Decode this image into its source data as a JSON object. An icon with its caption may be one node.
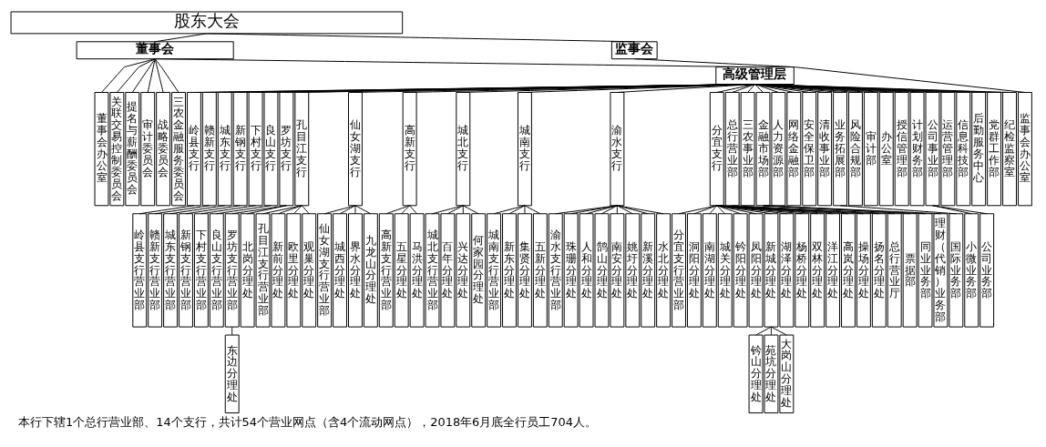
{
  "diagram": {
    "caption": "本行下辖1个总行营业部、14个支行，共计54个营业网点（含4个流动网点），2018年6月底全行员工704人。",
    "nodes": [
      {
        "text": [
          "股东大会"
        ]
      },
      {
        "text": [
          "董事会"
        ]
      },
      {
        "text": [
          "监事会"
        ]
      },
      {
        "text": [
          "董事会办公室"
        ]
      },
      {
        "text": [
          "关联交易控制委员会"
        ]
      },
      {
        "text": [
          "提名与薪酬委员会"
        ]
      },
      {
        "text": [
          "审计委员会"
        ]
      },
      {
        "text": [
          "战略委员会"
        ]
      },
      {
        "text": [
          "三农金融服务委员会"
        ]
      },
      {
        "text": [
          "监事会办公室"
        ]
      },
      {
        "text": [
          "高级管理层"
        ]
      },
      {
        "text": [
          "岭县支行"
        ]
      },
      {
        "text": [
          "赣新支行"
        ]
      },
      {
        "text": [
          "城东支行"
        ]
      },
      {
        "text": [
          "新钢支行"
        ]
      },
      {
        "text": [
          "下村支行"
        ]
      },
      {
        "text": [
          "良山支行"
        ]
      },
      {
        "text": [
          "罗坊支行"
        ]
      },
      {
        "text": [
          "孔目江支行"
        ]
      },
      {
        "text": [
          "仙女湖支行"
        ]
      },
      {
        "text": [
          "高新支行"
        ]
      },
      {
        "text": [
          "城北支行"
        ]
      },
      {
        "text": [
          "城南支行"
        ]
      },
      {
        "text": [
          "渝水支行"
        ]
      },
      {
        "text": [
          "分宜支行"
        ]
      },
      {
        "text": [
          "总行营业部"
        ]
      },
      {
        "text": [
          "三农事业部"
        ]
      },
      {
        "text": [
          "金融市场部"
        ]
      },
      {
        "text": [
          "人力资源部"
        ]
      },
      {
        "text": [
          "网络金融部"
        ]
      },
      {
        "text": [
          "安全保卫部"
        ]
      },
      {
        "text": [
          "清收事业部"
        ]
      },
      {
        "text": [
          "业务拓展部"
        ]
      },
      {
        "text": [
          "风险合规部"
        ]
      },
      {
        "text": [
          "审计部"
        ]
      },
      {
        "text": [
          "办公室"
        ]
      },
      {
        "text": [
          "授信管理部"
        ]
      },
      {
        "text": [
          "计划财务部"
        ]
      },
      {
        "text": [
          "公司事业部"
        ]
      },
      {
        "text": [
          "运营管理部"
        ]
      },
      {
        "text": [
          "信息科技部"
        ]
      },
      {
        "text": [
          "后勤服务中心"
        ]
      },
      {
        "text": [
          "党群工作部"
        ]
      },
      {
        "text": [
          "纪检监察室"
        ]
      },
      {
        "text": [
          "岭县支行营业部"
        ]
      },
      {
        "text": [
          "赣新支行营业部"
        ]
      },
      {
        "text": [
          "城东支行营业部"
        ]
      },
      {
        "text": [
          "新钢支行营业部"
        ]
      },
      {
        "text": [
          "下村支行营业部"
        ]
      },
      {
        "text": [
          "良山支行营业部"
        ]
      },
      {
        "text": [
          "罗坊支行营业部"
        ]
      },
      {
        "text": [
          "北岗分理处"
        ]
      },
      {
        "text": [
          "孔目江支行营业部"
        ]
      },
      {
        "text": [
          "新前分理处"
        ]
      },
      {
        "text": [
          "欧里分理处"
        ]
      },
      {
        "text": [
          "观巢分理处"
        ]
      },
      {
        "text": [
          "仙女湖支行营业部"
        ]
      },
      {
        "text": [
          "城西分理处"
        ]
      },
      {
        "text": [
          "界水分理处"
        ]
      },
      {
        "text": [
          "九龙山分理处"
        ]
      },
      {
        "text": [
          "高新支行营业部"
        ]
      },
      {
        "text": [
          "五星分理处"
        ]
      },
      {
        "text": [
          "马洪分理处"
        ]
      },
      {
        "text": [
          "城北支行营业部"
        ]
      },
      {
        "text": [
          "百年分理处"
        ]
      },
      {
        "text": [
          "兴达分理处"
        ]
      },
      {
        "text": [
          "何家园分理处"
        ]
      },
      {
        "text": [
          "城南支行营业部"
        ]
      },
      {
        "text": [
          "新东分理处"
        ]
      },
      {
        "text": [
          "集贤分理处"
        ]
      },
      {
        "text": [
          "五新分理处"
        ]
      },
      {
        "text": [
          "渝水支行营业部"
        ]
      },
      {
        "text": [
          "珠珊分理处"
        ]
      },
      {
        "text": [
          "人和分理处"
        ]
      },
      {
        "text": [
          "鹄山分理处"
        ]
      },
      {
        "text": [
          "南安分理处"
        ]
      },
      {
        "text": [
          "姚圩分理处"
        ]
      },
      {
        "text": [
          "新溪分理处"
        ]
      },
      {
        "text": [
          "水北分理处"
        ]
      },
      {
        "text": [
          "分宜支行营业部"
        ]
      },
      {
        "text": [
          "洞阳分理处"
        ]
      },
      {
        "text": [
          "南湖分理处"
        ]
      },
      {
        "text": [
          "城关分理处"
        ]
      },
      {
        "text": [
          "钤阳分理处"
        ]
      },
      {
        "text": [
          "凤阳分理处"
        ]
      },
      {
        "text": [
          "新城分理处"
        ]
      },
      {
        "text": [
          "湖泽分理处"
        ]
      },
      {
        "text": [
          "杨桥分理处"
        ]
      },
      {
        "text": [
          "双林分理处"
        ]
      },
      {
        "text": [
          "洋江分理处"
        ]
      },
      {
        "text": [
          "高岚分理处"
        ]
      },
      {
        "text": [
          "操场分理处"
        ]
      },
      {
        "text": [
          "扬名分理处"
        ]
      },
      {
        "text": [
          "总行营业厅"
        ]
      },
      {
        "text": [
          "票据部"
        ]
      },
      {
        "text": [
          "同业业务部"
        ]
      },
      {
        "text": [
          "理财（代销）业务部"
        ]
      },
      {
        "text": [
          "国际业务部"
        ]
      },
      {
        "text": [
          "小微业务部"
        ]
      },
      {
        "text": [
          "公司业务部"
        ]
      },
      {
        "text": [
          "东边分理处"
        ]
      },
      {
        "text": [
          "钤山分理处"
        ]
      },
      {
        "text": [
          "苑坑分理处"
        ]
      },
      {
        "text": [
          "大岗山分理处"
        ]
      }
    ],
    "edges": [
      {
        "from": 0,
        "to": 1,
        "arrow": "none"
      },
      {
        "from": 0,
        "to": 2,
        "arrow": "none"
      },
      {
        "from": 1,
        "to": 3,
        "arrow": "none"
      },
      {
        "from": 1,
        "to": 4,
        "arrow": "none"
      },
      {
        "from": 1,
        "to": 5,
        "arrow": "none"
      },
      {
        "from": 1,
        "to": 6,
        "arrow": "none"
      },
      {
        "from": 1,
        "to": 7,
        "arrow": "none"
      },
      {
        "from": 1,
        "to": 8,
        "arrow": "none"
      },
      {
        "from": 2,
        "to": 9,
        "arrow": "none"
      },
      {
        "from": 1,
        "to": 10,
        "arrow": "none"
      },
      {
        "from": 10,
        "to": 11,
        "arrow": "none"
      },
      {
        "from": 10,
        "to": 12,
        "arrow": "none"
      },
      {
        "from": 10,
        "to": 13,
        "arrow": "none"
      },
      {
        "from": 10,
        "to": 14,
        "arrow": "none"
      },
      {
        "from": 10,
        "to": 15,
        "arrow": "none"
      },
      {
        "from": 10,
        "to": 16,
        "arrow": "none"
      },
      {
        "from": 10,
        "to": 17,
        "arrow": "none"
      },
      {
        "from": 10,
        "to": 18,
        "arrow": "none"
      },
      {
        "from": 10,
        "to": 19,
        "arrow": "none"
      },
      {
        "from": 10,
        "to": 20,
        "arrow": "none"
      },
      {
        "from": 10,
        "to": 21,
        "arrow": "none"
      },
      {
        "from": 10,
        "to": 22,
        "arrow": "none"
      },
      {
        "from": 10,
        "to": 23,
        "arrow": "none"
      },
      {
        "from": 10,
        "to": 24,
        "arrow": "none"
      },
      {
        "from": 10,
        "to": 25,
        "arrow": "none"
      },
      {
        "from": 10,
        "to": 26,
        "arrow": "none"
      },
      {
        "from": 10,
        "to": 27,
        "arrow": "none"
      },
      {
        "from": 10,
        "to": 28,
        "arrow": "none"
      },
      {
        "from": 10,
        "to": 29,
        "arrow": "none"
      },
      {
        "from": 10,
        "to": 30,
        "arrow": "none"
      },
      {
        "from": 10,
        "to": 31,
        "arrow": "none"
      },
      {
        "from": 10,
        "to": 32,
        "arrow": "none"
      },
      {
        "from": 10,
        "to": 33,
        "arrow": "none"
      },
      {
        "from": 10,
        "to": 34,
        "arrow": "none"
      },
      {
        "from": 10,
        "to": 35,
        "arrow": "none"
      },
      {
        "from": 10,
        "to": 36,
        "arrow": "none"
      },
      {
        "from": 10,
        "to": 37,
        "arrow": "none"
      },
      {
        "from": 10,
        "to": 38,
        "arrow": "none"
      },
      {
        "from": 10,
        "to": 39,
        "arrow": "none"
      },
      {
        "from": 10,
        "to": 40,
        "arrow": "none"
      },
      {
        "from": 10,
        "to": 41,
        "arrow": "none"
      },
      {
        "from": 10,
        "to": 42,
        "arrow": "none"
      },
      {
        "from": 10,
        "to": 43,
        "arrow": "none"
      },
      {
        "from": 11,
        "to": 44,
        "arrow": "none"
      },
      {
        "from": 12,
        "to": 45,
        "arrow": "none"
      },
      {
        "from": 13,
        "to": 46,
        "arrow": "none"
      },
      {
        "from": 14,
        "to": 47,
        "arrow": "none"
      },
      {
        "from": 15,
        "to": 48,
        "arrow": "none"
      },
      {
        "from": 16,
        "to": 49,
        "arrow": "none"
      },
      {
        "from": 17,
        "to": 50,
        "arrow": "none"
      },
      {
        "from": 17,
        "to": 51,
        "arrow": "none"
      },
      {
        "from": 18,
        "to": 52,
        "arrow": "none"
      },
      {
        "from": 18,
        "to": 53,
        "arrow": "none"
      },
      {
        "from": 18,
        "to": 54,
        "arrow": "none"
      },
      {
        "from": 18,
        "to": 55,
        "arrow": "none"
      },
      {
        "from": 19,
        "to": 56,
        "arrow": "none"
      },
      {
        "from": 19,
        "to": 57,
        "arrow": "none"
      },
      {
        "from": 19,
        "to": 58,
        "arrow": "none"
      },
      {
        "from": 19,
        "to": 59,
        "arrow": "none"
      },
      {
        "from": 20,
        "to": 60,
        "arrow": "none"
      },
      {
        "from": 20,
        "to": 61,
        "arrow": "none"
      },
      {
        "from": 20,
        "to": 62,
        "arrow": "none"
      },
      {
        "from": 21,
        "to": 63,
        "arrow": "none"
      },
      {
        "from": 21,
        "to": 64,
        "arrow": "none"
      },
      {
        "from": 21,
        "to": 65,
        "arrow": "none"
      },
      {
        "from": 21,
        "to": 66,
        "arrow": "none"
      },
      {
        "from": 22,
        "to": 67,
        "arrow": "none"
      },
      {
        "from": 22,
        "to": 68,
        "arrow": "none"
      },
      {
        "from": 22,
        "to": 69,
        "arrow": "none"
      },
      {
        "from": 22,
        "to": 70,
        "arrow": "none"
      },
      {
        "from": 23,
        "to": 71,
        "arrow": "none"
      },
      {
        "from": 23,
        "to": 72,
        "arrow": "none"
      },
      {
        "from": 23,
        "to": 73,
        "arrow": "none"
      },
      {
        "from": 23,
        "to": 74,
        "arrow": "none"
      },
      {
        "from": 23,
        "to": 75,
        "arrow": "none"
      },
      {
        "from": 23,
        "to": 76,
        "arrow": "none"
      },
      {
        "from": 23,
        "to": 77,
        "arrow": "none"
      },
      {
        "from": 23,
        "to": 78,
        "arrow": "none"
      },
      {
        "from": 24,
        "to": 79,
        "arrow": "none"
      },
      {
        "from": 24,
        "to": 80,
        "arrow": "none"
      },
      {
        "from": 24,
        "to": 81,
        "arrow": "none"
      },
      {
        "from": 24,
        "to": 82,
        "arrow": "none"
      },
      {
        "from": 24,
        "to": 83,
        "arrow": "none"
      },
      {
        "from": 24,
        "to": 84,
        "arrow": "none"
      },
      {
        "from": 24,
        "to": 85,
        "arrow": "none"
      },
      {
        "from": 24,
        "to": 86,
        "arrow": "none"
      },
      {
        "from": 24,
        "to": 87,
        "arrow": "none"
      },
      {
        "from": 24,
        "to": 88,
        "arrow": "none"
      },
      {
        "from": 24,
        "to": 89,
        "arrow": "none"
      },
      {
        "from": 24,
        "to": 90,
        "arrow": "none"
      },
      {
        "from": 24,
        "to": 91,
        "arrow": "none"
      },
      {
        "from": 24,
        "to": 92,
        "arrow": "none"
      },
      {
        "from": 25,
        "to": 93,
        "arrow": "none"
      },
      {
        "from": 27,
        "to": 94,
        "arrow": "none"
      },
      {
        "from": 27,
        "to": 95,
        "arrow": "none"
      },
      {
        "from": 27,
        "to": 96,
        "arrow": "none"
      },
      {
        "from": 32,
        "to": 97,
        "arrow": "none"
      },
      {
        "from": 38,
        "to": 98,
        "arrow": "none"
      },
      {
        "from": 38,
        "to": 99,
        "arrow": "none"
      },
      {
        "from": 50,
        "to": 100,
        "arrow": "none"
      },
      {
        "from": 85,
        "to": 101,
        "arrow": "none"
      },
      {
        "from": 85,
        "to": 102,
        "arrow": "none"
      },
      {
        "from": 85,
        "to": 103,
        "arrow": "none"
      }
    ]
  }
}
